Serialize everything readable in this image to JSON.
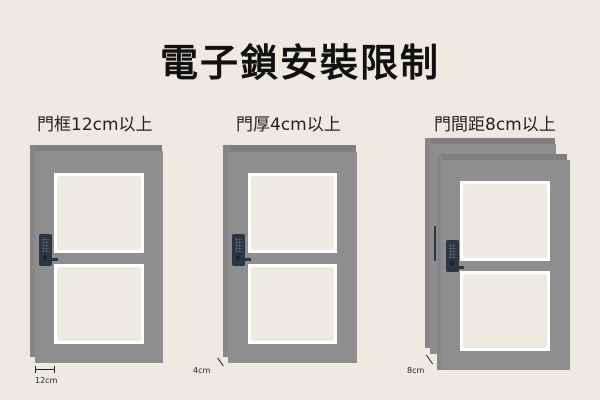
{
  "title": "電子鎖安裝限制",
  "panels": [
    {
      "caption": "門框12cm以上",
      "dimension_label": "12cm",
      "door_count": 1
    },
    {
      "caption": "門厚4cm以上",
      "dimension_label": "4cm",
      "door_count": 1
    },
    {
      "caption": "門間距8cm以上",
      "dimension_label": "8cm",
      "door_count": 2
    }
  ],
  "colors": {
    "background": "#eeeadf",
    "door_face": "#8e8e8e",
    "door_edge": "#7f7f7f",
    "panel_border": "#ffffff",
    "lock": "#2b3643"
  }
}
